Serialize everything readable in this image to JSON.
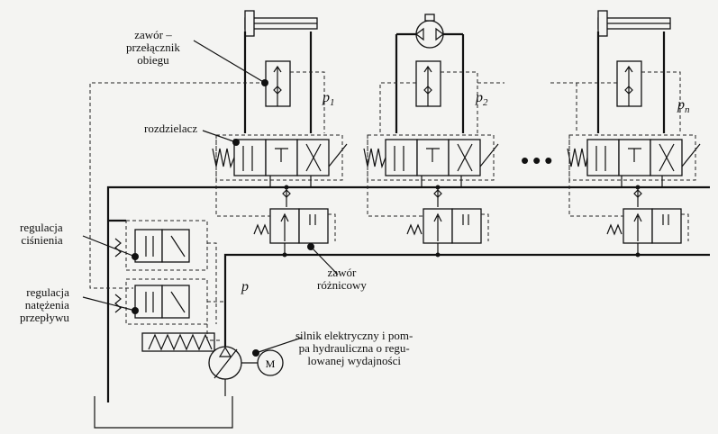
{
  "labels": {
    "zawor_przelacznik": [
      "zawór –",
      "przełącznik",
      "obiegu"
    ],
    "rozdzielacz": "rozdzielacz",
    "regulacja_cisnienia": [
      "regulacja",
      "ciśnienia"
    ],
    "regulacja_natezenia": [
      "regulacja",
      "natężenia",
      "przepływu"
    ],
    "zawor_roznicowy": [
      "zawór",
      "różnicowy"
    ],
    "silnik": [
      "silnik elektryczny i pom-",
      "pa hydrauliczna o  regu-",
      "lowanej wydajności"
    ],
    "p": "p",
    "p1_base": "p",
    "p1_sub": "1",
    "p2_base": "p",
    "p2_sub": "2",
    "pn_base": "p",
    "pn_sub": "n",
    "ellipsis": "•••",
    "motor": "M"
  }
}
